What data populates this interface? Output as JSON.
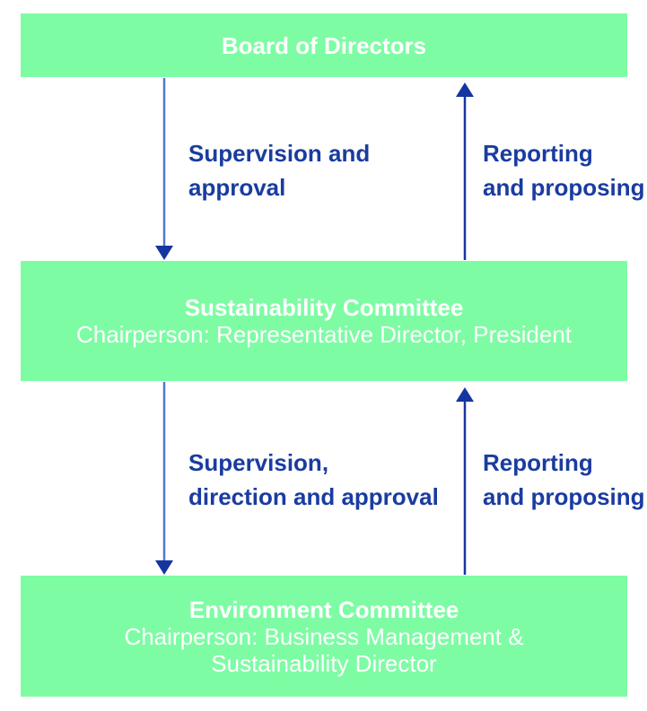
{
  "diagram": {
    "boxes": {
      "board": {
        "title": "Board of Directors"
      },
      "sustainability": {
        "title": "Sustainability Committee",
        "subtitle": "Chairperson: Representative Director, President"
      },
      "environment": {
        "title": "Environment Committee",
        "subtitle_line1": "Chairperson: Business Management &",
        "subtitle_line2": "Sustainability Director"
      }
    },
    "labels": {
      "supervision_approval": {
        "line1": "Supervision and",
        "line2": "approval"
      },
      "reporting_proposing_top": {
        "line1": "Reporting",
        "line2": "and proposing"
      },
      "supervision_direction_approval": {
        "line1": "Supervision,",
        "line2": "direction and approval"
      },
      "reporting_proposing_bottom": {
        "line1": "Reporting",
        "line2": "and proposing"
      }
    },
    "colors": {
      "box_fill_green": "#7EFCA4",
      "box_text_white": "#FFFFFF",
      "label_text_navy": "#1A3CA0",
      "arrow_down_line_blue": "#5377CA",
      "arrow_dark_navy": "#1535A0"
    }
  }
}
